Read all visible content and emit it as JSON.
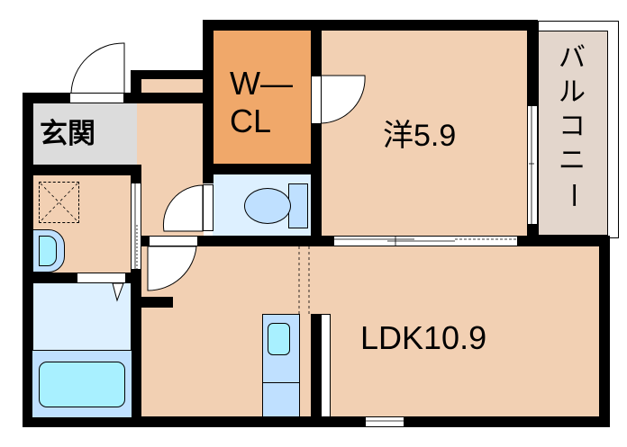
{
  "floorplan": {
    "colors": {
      "wall": "#000000",
      "room_floor": "#F2D0B3",
      "closet": "#F0A86A",
      "entrance": "#DCDCDC",
      "wet_area": "#DDF0FF",
      "fixture": "#BFE0FF",
      "fixture_inner": "#A8F0FF",
      "balcony": "#E3D6CC"
    },
    "rooms": {
      "entrance": {
        "label": "玄関"
      },
      "closet": {
        "label_line1": "W—",
        "label_line2": "CL"
      },
      "western_room": {
        "label": "洋5.9"
      },
      "balcony": {
        "label_chars": [
          "バ",
          "ル",
          "コ",
          "ニ",
          "ー"
        ]
      },
      "ldk": {
        "label": "LDK10.9"
      }
    }
  }
}
